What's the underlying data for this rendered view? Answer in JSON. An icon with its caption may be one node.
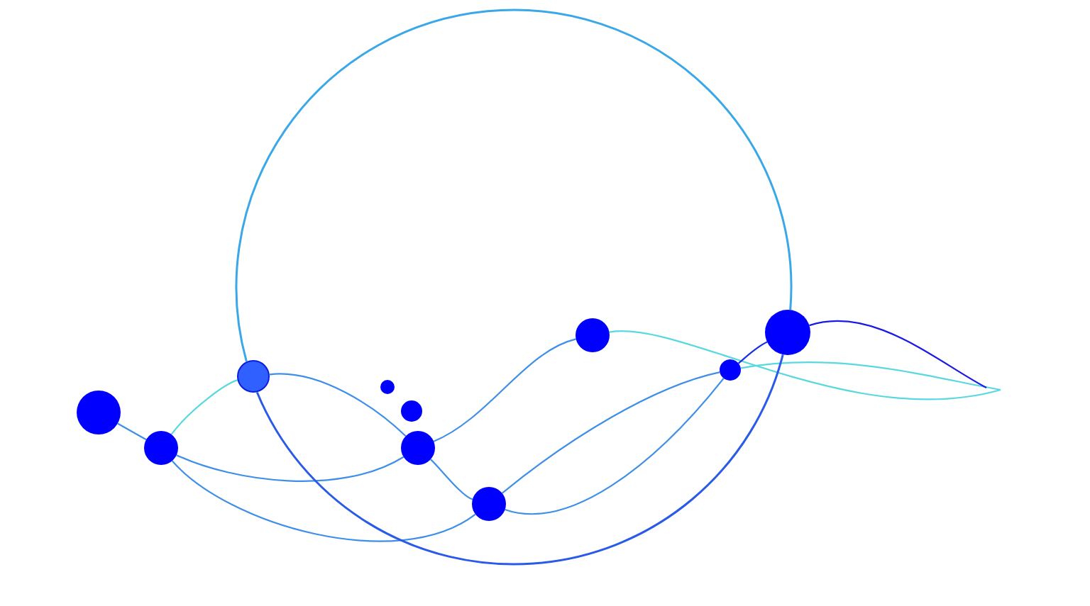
{
  "diagram": {
    "nodes": [
      {
        "text": [],
        "shape": "circle"
      },
      {
        "text": [],
        "shape": "circle"
      },
      {
        "text": [],
        "shape": "circle"
      },
      {
        "text": [],
        "shape": "circle"
      },
      {
        "text": [],
        "shape": "circle"
      },
      {
        "text": [],
        "shape": "circle"
      },
      {
        "text": [],
        "shape": "circle"
      },
      {
        "text": [],
        "shape": "circle"
      },
      {
        "text": [],
        "shape": "circle"
      },
      {
        "text": [],
        "shape": "circle"
      }
    ],
    "edges": [
      {
        "from": 0,
        "to": 1,
        "arrow": "none"
      },
      {
        "from": 1,
        "to": 2,
        "arrow": "none",
        "color": "#5ad8e0"
      },
      {
        "from": 2,
        "to": 5,
        "arrow": "none"
      },
      {
        "from": 5,
        "to": 6,
        "arrow": "none"
      },
      {
        "from": 1,
        "to": 5,
        "arrow": "none"
      },
      {
        "from": 5,
        "to": 7,
        "arrow": "none"
      },
      {
        "from": 7,
        "to": null,
        "arrow": "none",
        "color": "#5ad8e0"
      },
      {
        "from": 1,
        "to": 6,
        "arrow": "none"
      },
      {
        "from": 6,
        "to": 8,
        "arrow": "none"
      },
      {
        "from": 8,
        "to": null,
        "arrow": "none",
        "color": "#5ad8e0"
      },
      {
        "from": 6,
        "to": 8,
        "arrow": "none"
      },
      {
        "from": 8,
        "to": 9,
        "arrow": "none",
        "color": "#1a2ee8"
      },
      {
        "from": 9,
        "to": null,
        "arrow": "none",
        "color": "#1a1ae8"
      },
      {
        "from": 2,
        "to": 9,
        "arrow": "none",
        "color": "#3aa8e8"
      },
      {
        "from": 9,
        "to": 2,
        "arrow": "none",
        "color": "#2a5ae8"
      }
    ]
  }
}
